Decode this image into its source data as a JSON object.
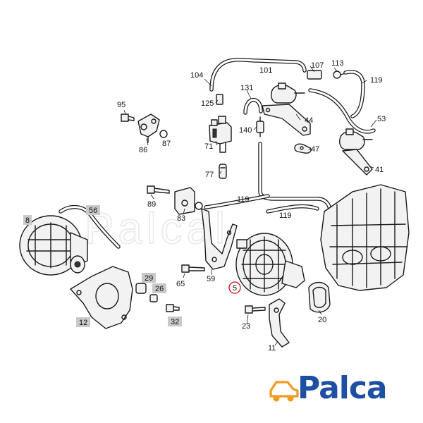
{
  "watermark": "Palcal",
  "callouts": {
    "c104": "104",
    "c101": "101",
    "c107": "107",
    "c113": "113",
    "c119a": "119",
    "c95": "95",
    "c125": "125",
    "c131": "131",
    "c44": "44",
    "c53": "53",
    "c86": "86",
    "c87": "87",
    "c71": "71",
    "c140": "140",
    "c47": "47",
    "c41": "41",
    "c77": "77",
    "c89": "89",
    "c119b": "119",
    "c83": "83",
    "c119c": "119",
    "c8": "8",
    "c56": "56",
    "c59": "59",
    "c29": "29",
    "c65": "65",
    "c26": "26",
    "c5": "5",
    "c12": "12",
    "c32": "32",
    "c23": "23",
    "c20": "20",
    "c11": "11"
  },
  "highlighted_callouts": [
    "8",
    "12",
    "29",
    "26",
    "32",
    "56"
  ],
  "selected_callout": "5",
  "colors": {
    "highlight": "#c9c9c9",
    "selected_ring": "#d01010",
    "logo_blue": "#1f4fa3",
    "logo_orange": "#f29a1f"
  },
  "logo": {
    "text": "Palca"
  }
}
